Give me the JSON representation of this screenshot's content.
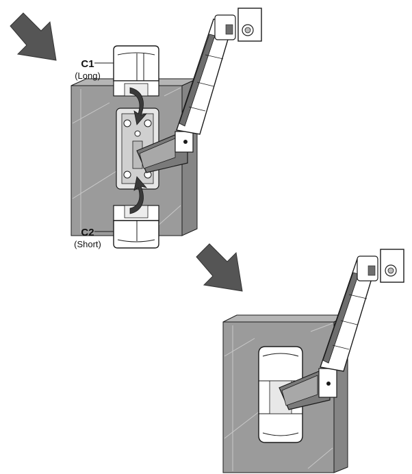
{
  "labels": {
    "c1": {
      "code": "C1",
      "desc": "(Long)"
    },
    "c2": {
      "code": "C2",
      "desc": "(Short)"
    }
  },
  "colors": {
    "wall": "#9b9b9b",
    "wall_line": "#c9c9c9",
    "arrow": "#555555",
    "outline": "#1a1a1a",
    "cover_fill": "#ffffff",
    "arm_shade": "#7a7a7a",
    "curve_arrow": "#3a3a3a"
  }
}
